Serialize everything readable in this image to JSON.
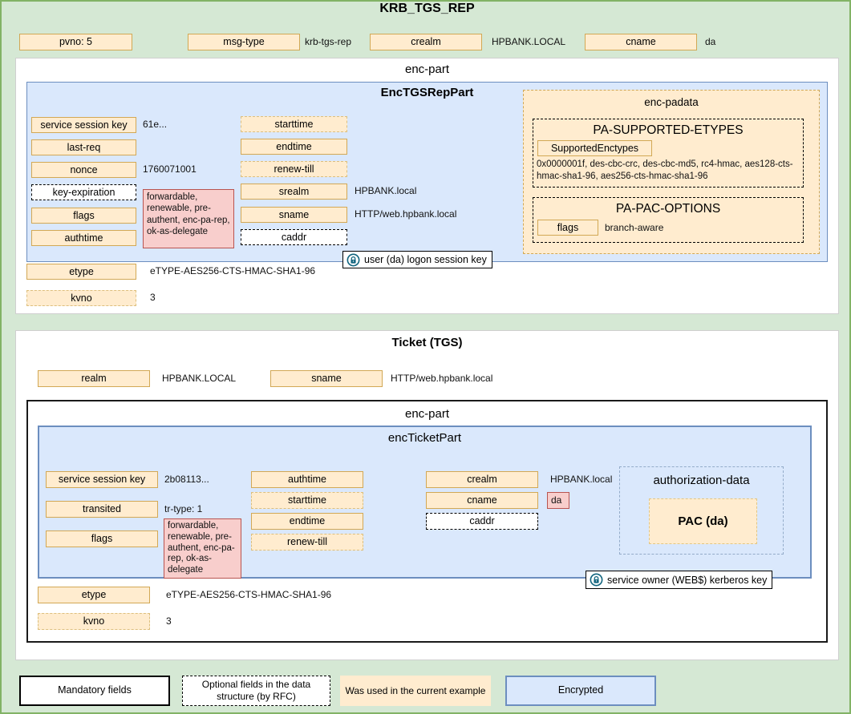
{
  "colors": {
    "background": "#d5e8d4",
    "frame_border": "#82b366",
    "field_fill": "#ffeccf",
    "field_border": "#d2a855",
    "encrypted_fill": "#dae8fc",
    "encrypted_border": "#6c8ebf",
    "example_fill": "#f8cecc",
    "example_border": "#b85450",
    "lock_icon": "#11647e"
  },
  "title": "KRB_TGS_REP",
  "header": {
    "pvno": "pvno: 5",
    "msg_type": {
      "label": "msg-type",
      "value": "krb-tgs-rep"
    },
    "crealm": {
      "label": "crealm",
      "value": "HPBANK.LOCAL"
    },
    "cname": {
      "label": "cname",
      "value": "da"
    }
  },
  "rep_enc_part": {
    "title": "enc-part",
    "body": {
      "title": "EncTGSRepPart",
      "service_session_key": {
        "label": "service session key",
        "value": "61e..."
      },
      "last_req": {
        "label": "last-req"
      },
      "nonce": {
        "label": "nonce",
        "value": "1760071001"
      },
      "key_expiration": {
        "label": "key-expiration"
      },
      "flags": {
        "label": "flags",
        "value": "forwardable, renewable, pre-authent, enc-pa-rep, ok-as-delegate"
      },
      "authtime": {
        "label": "authtime"
      },
      "starttime": {
        "label": "starttime"
      },
      "endtime": {
        "label": "endtime"
      },
      "renew_till": {
        "label": "renew-till"
      },
      "srealm": {
        "label": "srealm",
        "value": "HPBANK.local"
      },
      "sname": {
        "label": "sname",
        "value": "HTTP/web.hpbank.local"
      },
      "caddr": {
        "label": "caddr"
      },
      "enc_padata": {
        "title": "enc-padata",
        "pa_supported_etypes": {
          "title": "PA-SUPPORTED-ETYPES",
          "field": "SupportedEnctypes",
          "value": "0x0000001f, des-cbc-crc, des-cbc-md5, rc4-hmac, aes128-cts-hmac-sha1-96, aes256-cts-hmac-sha1-96"
        },
        "pa_pac_options": {
          "title": "PA-PAC-OPTIONS",
          "field": "flags",
          "value": "branch-aware"
        }
      },
      "key_note": "user (da) logon session key"
    },
    "etype": {
      "label": "etype",
      "value": "eTYPE-AES256-CTS-HMAC-SHA1-96"
    },
    "kvno": {
      "label": "kvno",
      "value": "3"
    }
  },
  "ticket": {
    "title": "Ticket (TGS)",
    "realm": {
      "label": "realm",
      "value": "HPBANK.LOCAL"
    },
    "sname": {
      "label": "sname",
      "value": "HTTP/web.hpbank.local"
    },
    "enc_part": {
      "title": "enc-part",
      "body": {
        "title": "encTicketPart",
        "service_session_key": {
          "label": "service session key",
          "value": "2b08113..."
        },
        "transited": {
          "label": "transited",
          "value": "tr-type: 1"
        },
        "flags": {
          "label": "flags",
          "value": "forwardable, renewable, pre-authent, enc-pa-rep, ok-as-delegate"
        },
        "authtime": {
          "label": "authtime"
        },
        "starttime": {
          "label": "starttime"
        },
        "endtime": {
          "label": "endtime"
        },
        "renew_till": {
          "label": "renew-till"
        },
        "crealm": {
          "label": "crealm",
          "value": "HPBANK.local"
        },
        "cname": {
          "label": "cname",
          "value": "da"
        },
        "caddr": {
          "label": "caddr"
        },
        "authorization_data": {
          "title": "authorization-data",
          "pac": "PAC (da)"
        },
        "key_note": "service owner (WEB$) kerberos key"
      },
      "etype": {
        "label": "etype",
        "value": "eTYPE-AES256-CTS-HMAC-SHA1-96"
      },
      "kvno": {
        "label": "kvno",
        "value": "3"
      }
    }
  },
  "legend": {
    "mandatory": "Mandatory fields",
    "optional": "Optional fields in the data structure (by RFC)",
    "example": "Was used in the current example",
    "encrypted": "Encrypted"
  }
}
